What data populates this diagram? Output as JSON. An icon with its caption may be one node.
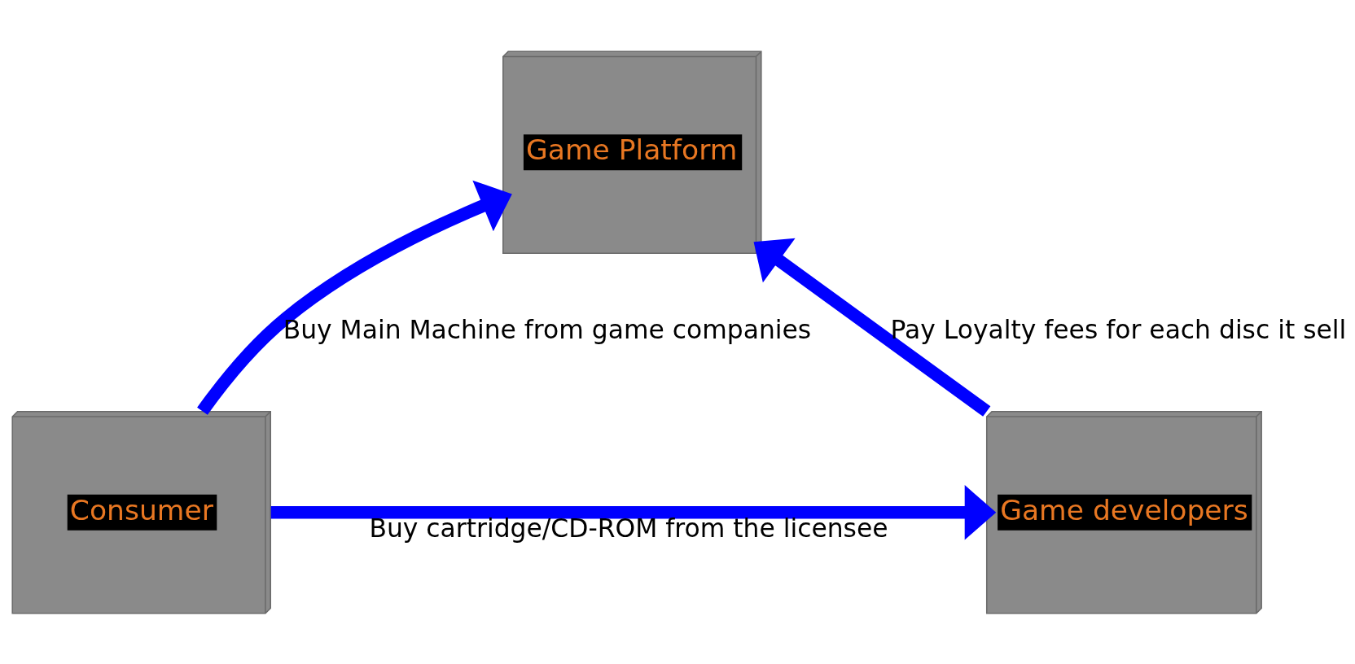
{
  "diagram": {
    "nodes": [
      {
        "text": [
          "Game Platform"
        ]
      },
      {
        "text": [
          "Consumer"
        ]
      },
      {
        "text": [
          "Game developers"
        ]
      }
    ],
    "edges": [
      {
        "from": 1,
        "to": 0,
        "arrow": "to",
        "label": "Buy Main Machine from game companies",
        "color": "#0000ff"
      },
      {
        "from": 2,
        "to": 0,
        "arrow": "to",
        "label": "Pay Loyalty fees for each disc it sell",
        "color": "#0000ff"
      },
      {
        "from": 1,
        "to": 2,
        "arrow": "to",
        "label": "Buy cartridge/CD-ROM from the licensee",
        "color": "#0000ff"
      }
    ]
  }
}
